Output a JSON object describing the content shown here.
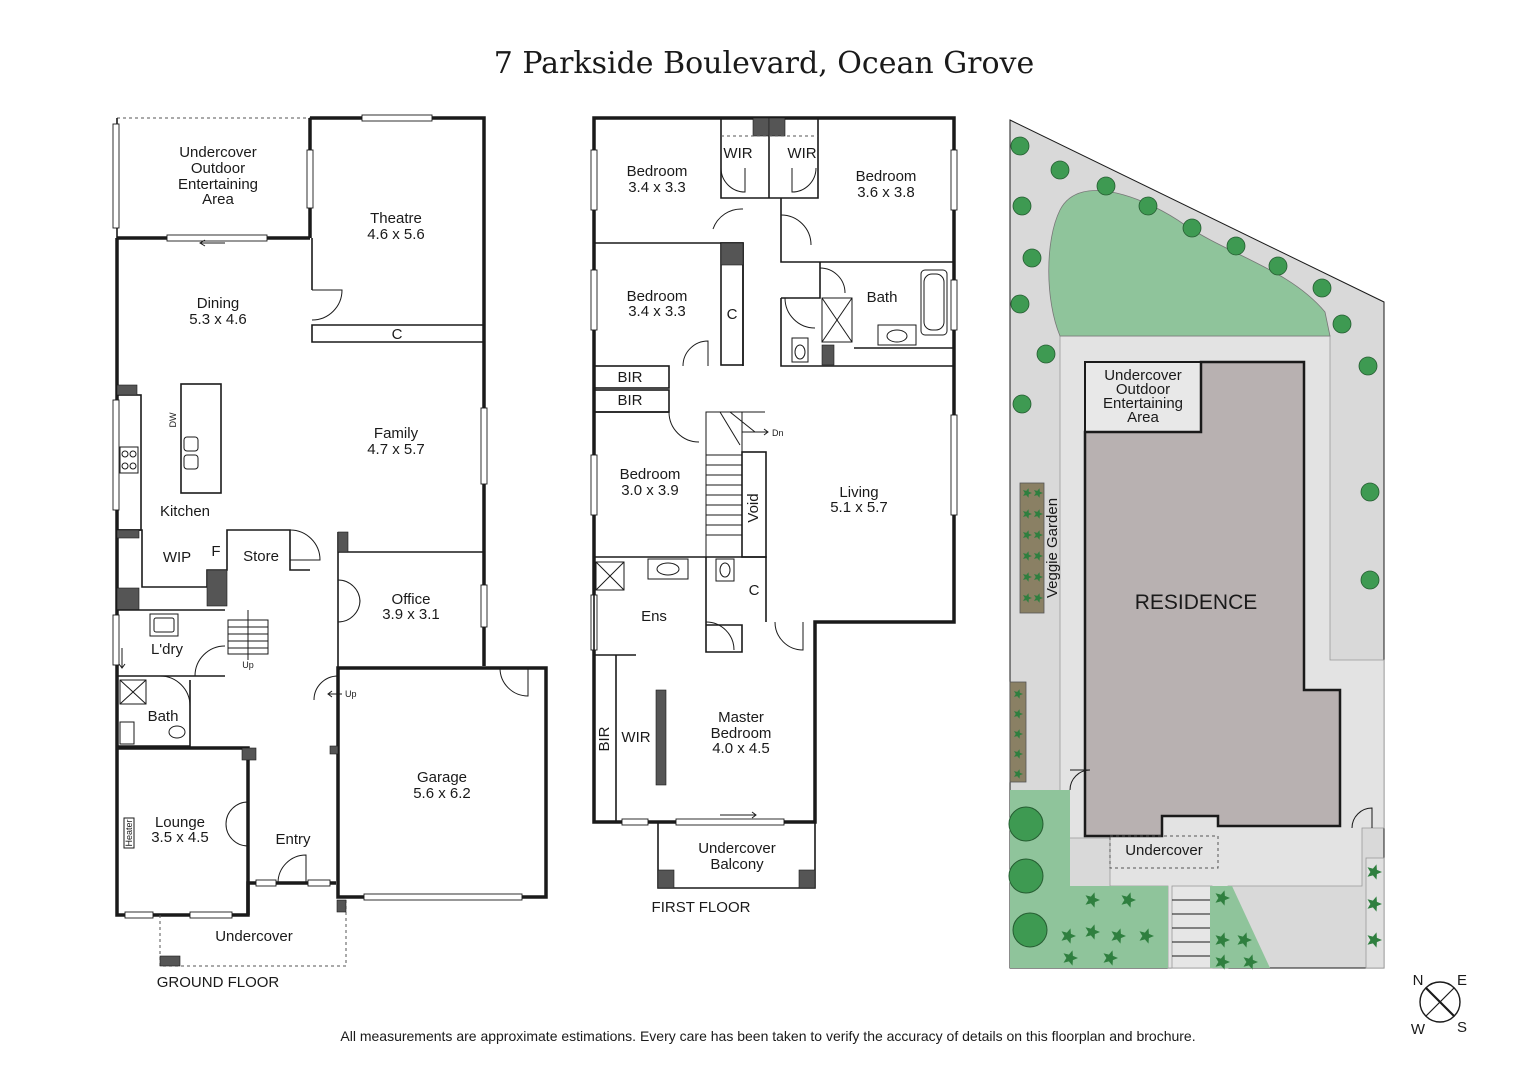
{
  "title": "7 Parkside Boulevard, Ocean Grove",
  "disclaimer": "All measurements are approximate estimations. Every care has been taken to verify the accuracy of details on this floorplan and brochure.",
  "ground_floor": {
    "label": "GROUND FLOOR",
    "rooms": {
      "undercover_outdoor": [
        "Undercover",
        "Outdoor",
        "Entertaining",
        "Area"
      ],
      "theatre": {
        "name": "Theatre",
        "size": "4.6 x 5.6"
      },
      "dining": {
        "name": "Dining",
        "size": "5.3 x 4.6"
      },
      "family": {
        "name": "Family",
        "size": "4.7 x 5.7"
      },
      "kitchen": "Kitchen",
      "wip": "WIP",
      "fridge": "F",
      "store": "Store",
      "office": {
        "name": "Office",
        "size": "3.9 x 3.1"
      },
      "laundry": "L'dry",
      "bath": "Bath",
      "garage": {
        "name": "Garage",
        "size": "5.6 x 6.2"
      },
      "lounge": {
        "name": "Lounge",
        "size": "3.5 x 4.5"
      },
      "entry": "Entry",
      "undercover": "Undercover",
      "cupboard": "C",
      "dw": "DW",
      "heater": "Heater",
      "up": "Up",
      "up2": "Up"
    }
  },
  "first_floor": {
    "label": "FIRST FLOOR",
    "rooms": {
      "bedroom_nw": {
        "name": "Bedroom",
        "size": "3.4 x 3.3"
      },
      "wir_left": "WIR",
      "wir_right": "WIR",
      "bedroom_ne": {
        "name": "Bedroom",
        "size": "3.6 x 3.8"
      },
      "bedroom_w": {
        "name": "Bedroom",
        "size": "3.4 x 3.3"
      },
      "c1": "C",
      "bath": "Bath",
      "bir1": "BIR",
      "bir2": "BIR",
      "bedroom_sw": {
        "name": "Bedroom",
        "size": "3.0 x 3.9"
      },
      "dn": "Dn",
      "void": "Void",
      "living": {
        "name": "Living",
        "size": "5.1 x 5.7"
      },
      "ens": "Ens",
      "c2": "C",
      "bir3": "BIR",
      "wir_master": "WIR",
      "master": {
        "name1": "Master",
        "name2": "Bedroom",
        "size": "4.0 x 4.5"
      },
      "balcony": [
        "Undercover",
        "Balcony"
      ]
    }
  },
  "site": {
    "outdoor": [
      "Undercover",
      "Outdoor",
      "Entertaining",
      "Area"
    ],
    "veggie": "Veggie Garden",
    "residence": "RESIDENCE",
    "undercover": "Undercover",
    "colors": {
      "lawn": "#8fc49b",
      "tree": "#3e9a52",
      "paving": "#d9d9d9",
      "residence": "#b8b1b1",
      "plant": "#2f7f3f"
    }
  },
  "compass": {
    "n": "N",
    "e": "E",
    "w": "W",
    "s": "S"
  }
}
